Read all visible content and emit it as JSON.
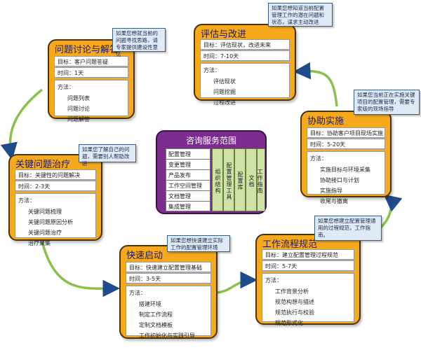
{
  "center": {
    "title": "咨询服务范围",
    "items": [
      "配置管理",
      "变更管理",
      "产品发布",
      "工作空间管理",
      "文档管理",
      "集成管理"
    ],
    "columns": [
      "组织结构",
      "配置管理工具",
      "配置库",
      "文档",
      "工作指南"
    ]
  },
  "cards": {
    "discuss": {
      "title": "问题讨论与解答",
      "goal": "目标：客户问题答疑",
      "time": "时间：1天",
      "methods_label": "方法：",
      "methods": [
        "问题列表",
        "问题讨论",
        "问题解答"
      ]
    },
    "evaluate": {
      "title": "评估与改进",
      "goal": "目标：评估现状，改进未来",
      "time": "时间：7-10天",
      "methods_label": "方法：",
      "methods": [
        "评估现状",
        "问题挖掘",
        "过程改进"
      ]
    },
    "treat": {
      "title": "关键问题治疗",
      "goal": "目标：关键性的问题解决",
      "time": "时间：2-3天",
      "methods_label": "方法：",
      "methods": [
        "关键问题梳理",
        "关键问题原因分析",
        "关键问题治疗",
        "治疗聚集"
      ]
    },
    "assist": {
      "title": "协助实施",
      "goal": "目标：协助客户项目现场实施",
      "time": "时间：5-20天",
      "methods_label": "方法：",
      "methods": [
        "实施目标与环境采集",
        "协助接口与计划",
        "实施指导",
        "收尾与撤离"
      ]
    },
    "quick": {
      "title": "快速启动",
      "goal": "目标：快速建立配置管理基础",
      "time": "时间：3-5天",
      "methods_label": "方法：",
      "methods": [
        "搭建环境",
        "制定工作流程",
        "定制文档模板",
        "工作初始化与实践引导"
      ]
    },
    "process": {
      "title": "工作流程规范",
      "goal": "目标：建立配置管理过程规范",
      "time": "时间：5-7天",
      "methods_label": "方法：",
      "methods": [
        "工作背景分析",
        "规范构想与描述",
        "规范执行与校验",
        "规范形式化"
      ]
    }
  },
  "notes": {
    "discuss": "如果您想就当前的问题寻找思路，请专家提供建设性意见",
    "evaluate": "如果您想知道当前配置管理工作的潜在问题和状态，谋求主动改进",
    "treat": "如果您了解自己的问题，需要别人帮助改进",
    "assist": "如果您当前正在实施关键项目的配置管理，需要专家级的现场指导",
    "quick": "如果您想快速建立实际工作的配置管理环境",
    "process": "如果您想建立配置管理通用的过程规范，工作指南。"
  },
  "colors": {
    "card_fill": "#f6a91d",
    "center_fill": "#7a2d8f",
    "note_fill": "#dfeaf6",
    "arrow": "#8cc04a"
  }
}
